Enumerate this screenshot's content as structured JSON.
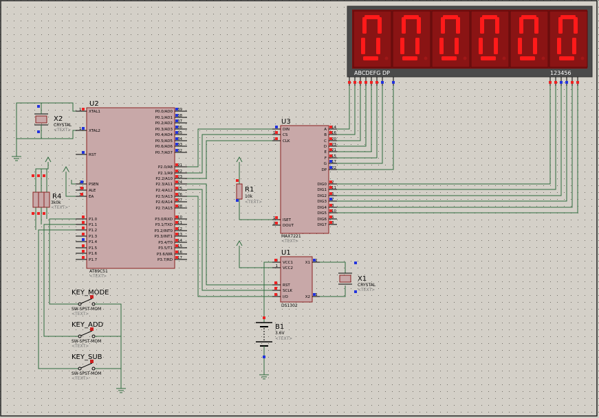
{
  "display": {
    "digits": [
      "0",
      "0",
      "0",
      "0",
      "0",
      "0"
    ],
    "segment_label": "ABCDEFG  DP",
    "digit_label": "123456",
    "segment_color": "#ff1a1a",
    "body_color": "#7a1010"
  },
  "u2": {
    "ref": "U2",
    "part": "AT89C51",
    "text": "<TEXT>",
    "left_pins": [
      {
        "num": "19",
        "name": "XTAL1"
      },
      {
        "num": "18",
        "name": "XTAL2"
      },
      {
        "num": "9",
        "name": "RST"
      },
      {
        "num": "29",
        "name": "PSEN"
      },
      {
        "num": "30",
        "name": "ALE"
      },
      {
        "num": "31",
        "name": "EA"
      },
      {
        "num": "1",
        "name": "P1.0"
      },
      {
        "num": "2",
        "name": "P1.1"
      },
      {
        "num": "3",
        "name": "P1.2"
      },
      {
        "num": "4",
        "name": "P1.3"
      },
      {
        "num": "5",
        "name": "P1.4"
      },
      {
        "num": "6",
        "name": "P1.5"
      },
      {
        "num": "7",
        "name": "P1.6"
      },
      {
        "num": "8",
        "name": "P1.7"
      }
    ],
    "right_pins": [
      {
        "num": "39",
        "name": "P0.0/AD0"
      },
      {
        "num": "38",
        "name": "P0.1/AD1"
      },
      {
        "num": "37",
        "name": "P0.2/AD2"
      },
      {
        "num": "36",
        "name": "P0.3/AD3"
      },
      {
        "num": "35",
        "name": "P0.4/AD4"
      },
      {
        "num": "34",
        "name": "P0.5/AD5"
      },
      {
        "num": "33",
        "name": "P0.6/AD6"
      },
      {
        "num": "32",
        "name": "P0.7/AD7"
      },
      {
        "num": "21",
        "name": "P2.0/A8"
      },
      {
        "num": "22",
        "name": "P2.1/A9"
      },
      {
        "num": "23",
        "name": "P2.2/A10"
      },
      {
        "num": "24",
        "name": "P2.3/A11"
      },
      {
        "num": "25",
        "name": "P2.4/A12"
      },
      {
        "num": "26",
        "name": "P2.5/A13"
      },
      {
        "num": "27",
        "name": "P2.6/A14"
      },
      {
        "num": "28",
        "name": "P2.7/A15"
      },
      {
        "num": "10",
        "name": "P3.0/RXD"
      },
      {
        "num": "11",
        "name": "P3.1/TXD"
      },
      {
        "num": "12",
        "name": "P3.2/INT0"
      },
      {
        "num": "13",
        "name": "P3.3/INT1"
      },
      {
        "num": "14",
        "name": "P3.4/T0"
      },
      {
        "num": "15",
        "name": "P3.5/T1"
      },
      {
        "num": "16",
        "name": "P3.6/WR"
      },
      {
        "num": "17",
        "name": "P3.7/RD"
      }
    ]
  },
  "u3": {
    "ref": "U3",
    "part": "MAX7221",
    "text": "<TEXT>",
    "left_pins": [
      {
        "num": "1",
        "name": "DIN"
      },
      {
        "num": "12",
        "name": "CS"
      },
      {
        "num": "13",
        "name": "CLK"
      },
      {
        "num": "18",
        "name": "ISET"
      },
      {
        "num": "24",
        "name": "DOUT"
      }
    ],
    "right_pins": [
      {
        "num": "14",
        "name": "A"
      },
      {
        "num": "16",
        "name": "B"
      },
      {
        "num": "20",
        "name": "C"
      },
      {
        "num": "23",
        "name": "D"
      },
      {
        "num": "21",
        "name": "E"
      },
      {
        "num": "15",
        "name": "F"
      },
      {
        "num": "17",
        "name": "G"
      },
      {
        "num": "22",
        "name": "DP"
      },
      {
        "num": "2",
        "name": "DIG0"
      },
      {
        "num": "11",
        "name": "DIG1"
      },
      {
        "num": "6",
        "name": "DIG2"
      },
      {
        "num": "7",
        "name": "DIG3"
      },
      {
        "num": "3",
        "name": "DIG4"
      },
      {
        "num": "10",
        "name": "DIG5"
      },
      {
        "num": "5",
        "name": "DIG6"
      },
      {
        "num": "8",
        "name": "DIG7"
      }
    ]
  },
  "u1": {
    "ref": "U1",
    "part": "DS1302",
    "left_pins": [
      {
        "num": "8",
        "name": "VCC1"
      },
      {
        "num": "1",
        "name": "VCC2"
      },
      {
        "num": "5",
        "name": "RST"
      },
      {
        "num": "7",
        "name": "SCLK"
      },
      {
        "num": "6",
        "name": "I/O"
      }
    ],
    "right_pins": [
      {
        "num": "2",
        "name": "X1"
      },
      {
        "num": "3",
        "name": "X2"
      }
    ]
  },
  "x2": {
    "ref": "X2",
    "part": "CRYSTAL",
    "text": "<TEXT>"
  },
  "x1": {
    "ref": "X1",
    "part": "CRYSTAL",
    "text": "<TEXT>"
  },
  "r1": {
    "ref": "R1",
    "value": "10k",
    "text": "<TEXT>"
  },
  "rn": {
    "ref": "R4",
    "value": "3k0k",
    "text": "<TEXT>"
  },
  "b1": {
    "ref": "B1",
    "value": "3.6V",
    "text": "<TEXT>"
  },
  "keys": [
    {
      "ref": "KEY_MODE",
      "part": "SW-SPST-MOM",
      "text": "<TEXT>"
    },
    {
      "ref": "KEY_ADD",
      "part": "SW-SPST-MOM",
      "text": "<TEXT>"
    },
    {
      "ref": "KEY_SUB",
      "part": "SW-SPST-MOM",
      "text": "<TEXT>"
    }
  ]
}
